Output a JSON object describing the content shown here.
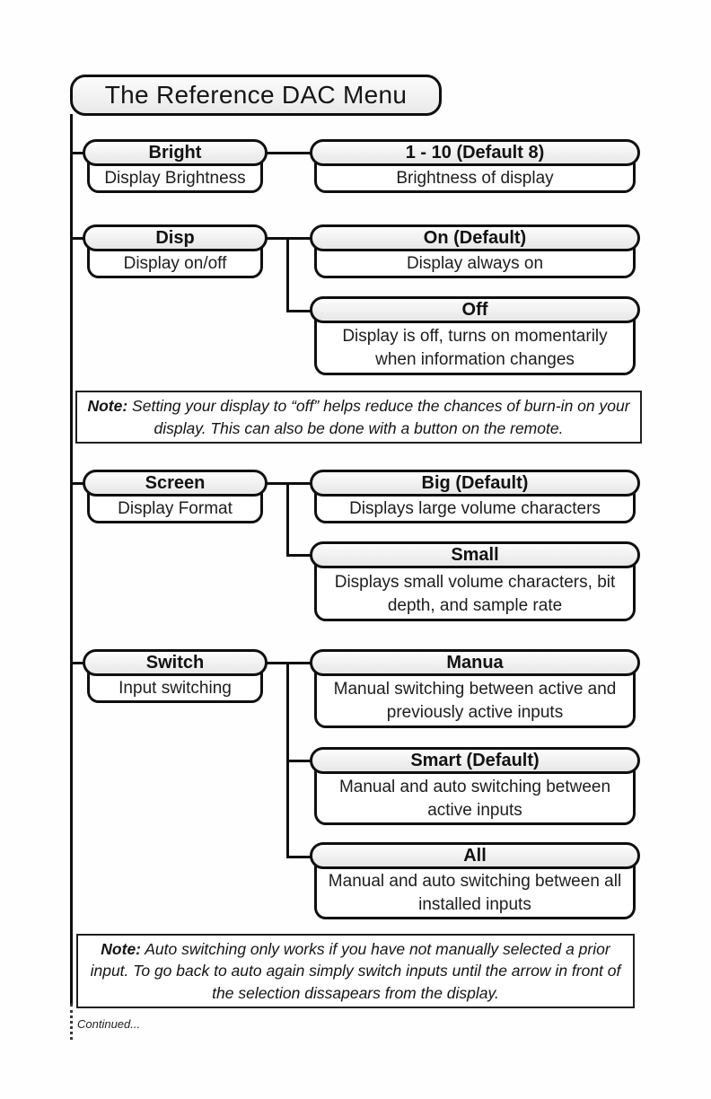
{
  "page": {
    "title": "The Reference DAC Menu",
    "continued_label": "Continued..."
  },
  "menu": {
    "items": [
      {
        "label": "Bright",
        "description": "Display Brightness",
        "options": [
          {
            "label": "1 - 10 (Default 8)",
            "description": "Brightness of display"
          }
        ]
      },
      {
        "label": "Disp",
        "description": "Display on/off",
        "options": [
          {
            "label": "On (Default)",
            "description": "Display always on"
          },
          {
            "label": "Off",
            "description": "Display is off, turns on momentarily when information changes"
          }
        ]
      },
      {
        "label": "Screen",
        "description": "Display Format",
        "options": [
          {
            "label": "Big (Default)",
            "description": "Displays large volume characters"
          },
          {
            "label": "Small",
            "description": "Displays small volume characters, bit depth, and sample rate"
          }
        ]
      },
      {
        "label": "Switch",
        "description": "Input switching",
        "options": [
          {
            "label": "Manua",
            "description": "Manual switching between active and previously active inputs"
          },
          {
            "label": "Smart (Default)",
            "description": "Manual and auto switching between active inputs"
          },
          {
            "label": "All",
            "description": "Manual and auto switching between all installed inputs"
          }
        ]
      }
    ],
    "notes": [
      {
        "label": "Note:",
        "text": " Setting your display to “off” helps reduce the chances of burn-in on your display. This can also be done with a button on the remote."
      },
      {
        "label": "Note:",
        "text": " Auto switching only works if you have not manually selected a prior input. To go back to auto again simply switch inputs until the arrow in front of the selection dissapears from the display."
      }
    ]
  }
}
